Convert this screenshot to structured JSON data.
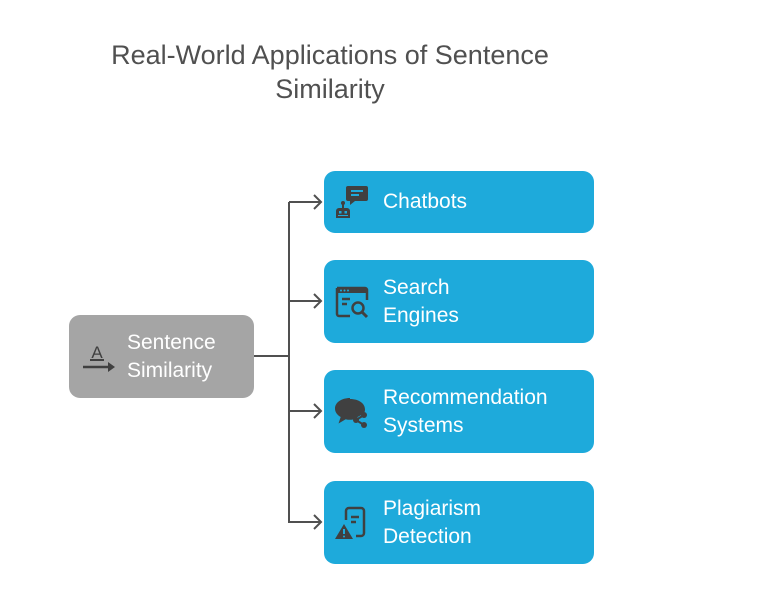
{
  "title": "Real-World Applications of Sentence Similarity",
  "root": {
    "label": "Sentence\nSimilarity",
    "icon": "text-direction-icon"
  },
  "children": [
    {
      "label": "Chatbots",
      "icon": "chatbot-icon"
    },
    {
      "label": "Search\nEngines",
      "icon": "search-window-icon"
    },
    {
      "label": "Recommendation\nSystems",
      "icon": "chat-share-icon"
    },
    {
      "label": "Plagiarism\nDetection",
      "icon": "document-warning-icon"
    }
  ],
  "colors": {
    "root": "#a5a5a5",
    "child": "#1eaadb",
    "icon": "#404040",
    "connector": "#505050",
    "title": "#505050"
  }
}
